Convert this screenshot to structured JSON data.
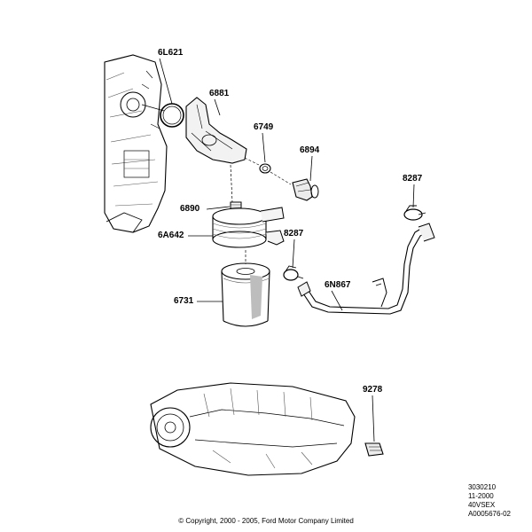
{
  "callouts": {
    "c_6L621": "6L621",
    "c_6881": "6881",
    "c_6749": "6749",
    "c_6894": "6894",
    "c_8287_top": "8287",
    "c_6890": "6890",
    "c_6A642": "6A642",
    "c_8287_mid": "8287",
    "c_6N867": "6N867",
    "c_6731": "6731",
    "c_9278": "9278"
  },
  "doc_info": {
    "code": "3030210",
    "date": "11-2000",
    "model": "40VSEX",
    "ref": "A0005676-02"
  },
  "copyright": "© Copyright, 2000 - 2005, Ford Motor Company Limited",
  "colors": {
    "ink": "#000000",
    "background": "#ffffff",
    "shade": "#bdbdbd"
  }
}
